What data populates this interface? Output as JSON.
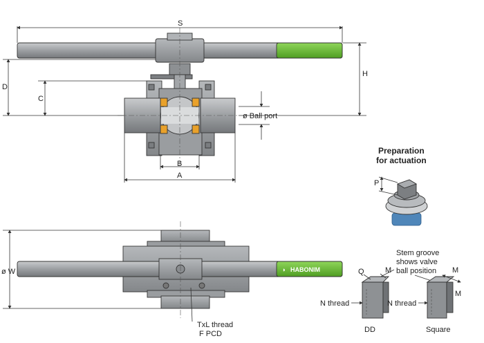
{
  "dimensions": {
    "S": "S",
    "H": "H",
    "D": "D",
    "C": "C",
    "B": "B",
    "A": "A",
    "W": "ø W",
    "ball_port": "ø Ball port",
    "thread_pcd_line1": "TxL thread",
    "thread_pcd_line2": "F PCD"
  },
  "actuation": {
    "title_line1": "Preparation",
    "title_line2": "for actuation",
    "P": "P"
  },
  "stem_groove": {
    "line1": "Stem groove",
    "line2": "shows valve",
    "line3": "ball position"
  },
  "details": {
    "dd": {
      "caption": "DD",
      "thread": "N thread",
      "Q": "Q",
      "M": "M"
    },
    "square": {
      "caption": "Square",
      "thread": "N thread",
      "M1": "M",
      "M2": "M"
    }
  },
  "brand": "HABONIM",
  "colors": {
    "body": "#9a9da0",
    "body_dark": "#6f7275",
    "handle": "#a7aaad",
    "grip_green": "#6cc234",
    "seat_orange": "#e9a12a",
    "stem_blue": "#4f86b9",
    "dim_line": "#333333"
  }
}
